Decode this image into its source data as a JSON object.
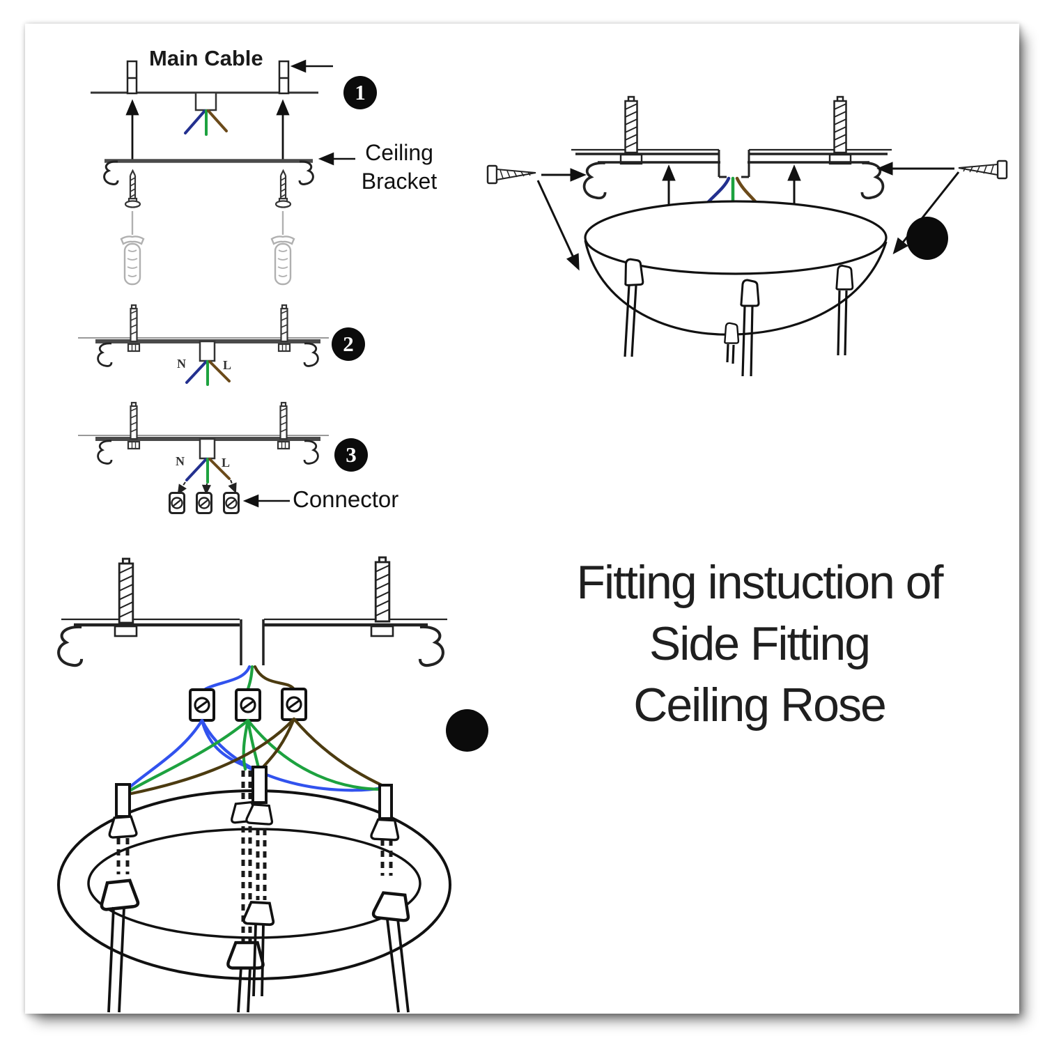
{
  "title": {
    "line1": "Fitting instuction of",
    "line2": "Side Fitting",
    "line3": "Ceiling Rose"
  },
  "labels": {
    "main_cable": "Main Cable",
    "ceiling_bracket": "Ceiling\nBracket",
    "connector": "Connector",
    "wire_neutral": "N",
    "wire_live": "L"
  },
  "step_badges": {
    "step1": "1",
    "step2": "2",
    "step3": "3",
    "step4": "",
    "step5": ""
  },
  "colors": {
    "wire_blue": "#23308f",
    "wire_blue_bright": "#3152ee",
    "wire_green": "#1da23f",
    "wire_brown": "#6b4a1a",
    "wire_brown_dark": "#4c3b10",
    "line_black": "#111111",
    "bracket_gray": "#4a4a4a",
    "tool_gray": "#b0b0b0",
    "badge_black": "#0b0b0b"
  }
}
